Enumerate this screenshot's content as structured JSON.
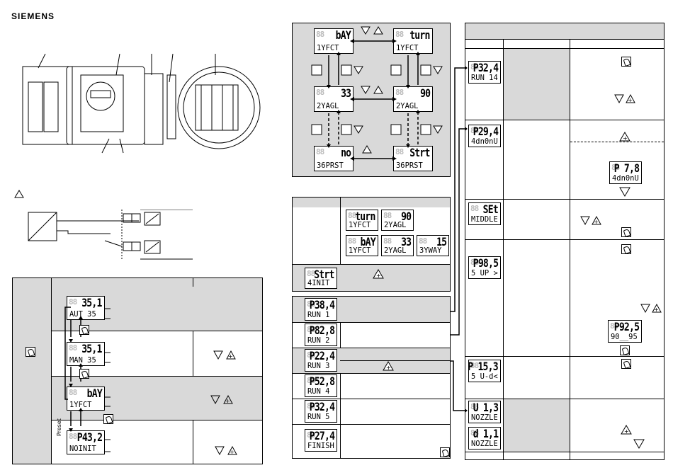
{
  "brand": "SIEMENS",
  "left_nav": {
    "displays": [
      {
        "top": "35,1",
        "bottom": "AUT 35"
      },
      {
        "top": "35,1",
        "bottom": "MAN 35"
      },
      {
        "top": "bAY",
        "bottom": "1YFCT"
      },
      {
        "top": "P43,2",
        "bottom": "NOINIT"
      }
    ],
    "preset_label": "Preset"
  },
  "param_cycle": {
    "displays": [
      {
        "top": "bAY",
        "bottom": "1YFCT"
      },
      {
        "top": "turn",
        "bottom": "1YFCT"
      },
      {
        "top": "33",
        "bottom": "2YAGL"
      },
      {
        "top": "90",
        "bottom": "2YAGL"
      },
      {
        "top": "no",
        "bottom": "36PRST"
      },
      {
        "top": "Strt",
        "bottom": "36PRST"
      }
    ]
  },
  "options_table": {
    "option_displays": [
      {
        "top": "turn",
        "bottom": "1YFCT"
      },
      {
        "top": "90",
        "bottom": "2YAGL"
      },
      {
        "top": "bAY",
        "bottom": "1YFCT"
      },
      {
        "top": "33",
        "bottom": "2YAGL"
      },
      {
        "top": "15",
        "bottom": "3YWAY"
      }
    ],
    "start_display": {
      "top": "Strt",
      "bottom": "4INIT"
    }
  },
  "init_runs": [
    {
      "top": "P38,4",
      "bottom": "RUN 1"
    },
    {
      "top": "P82,8",
      "bottom": "RUN 2"
    },
    {
      "top": "P22,4",
      "bottom": "RUN 3"
    },
    {
      "top": "P52,8",
      "bottom": "RUN 4"
    },
    {
      "top": "P32,4",
      "bottom": "RUN 5"
    },
    {
      "top": "P27,4",
      "bottom": "FINISH"
    }
  ],
  "right_table": {
    "displays": [
      {
        "top": "P32,4",
        "bottom": "RUN 14"
      },
      {
        "top": "P29,4",
        "bottom": "4dn0nU"
      },
      {
        "top": "P 7,8",
        "bottom": "4dn0nU"
      },
      {
        "top": "SEt",
        "bottom": "MIDDLE"
      },
      {
        "top": "P98,5",
        "bottom": "5 UP >"
      },
      {
        "top": "P92,5",
        "bottom": "90__95"
      },
      {
        "top": "P 15,3",
        "bottom": "5 U-d<"
      },
      {
        "top": "U 1,3",
        "bottom": "NOZZLE"
      },
      {
        "top": "d 1,1",
        "bottom": "NOZZLE"
      }
    ]
  }
}
